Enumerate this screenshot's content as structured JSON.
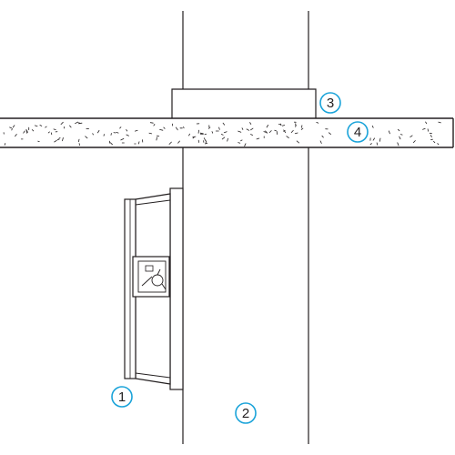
{
  "diagram": {
    "callouts": [
      {
        "id": "1",
        "label": "1"
      },
      {
        "id": "2",
        "label": "2"
      },
      {
        "id": "3",
        "label": "3"
      },
      {
        "id": "4",
        "label": "4"
      }
    ],
    "colors": {
      "line": "#231f20",
      "callout_ring": "#1aa3d9",
      "background": "#ffffff"
    }
  }
}
